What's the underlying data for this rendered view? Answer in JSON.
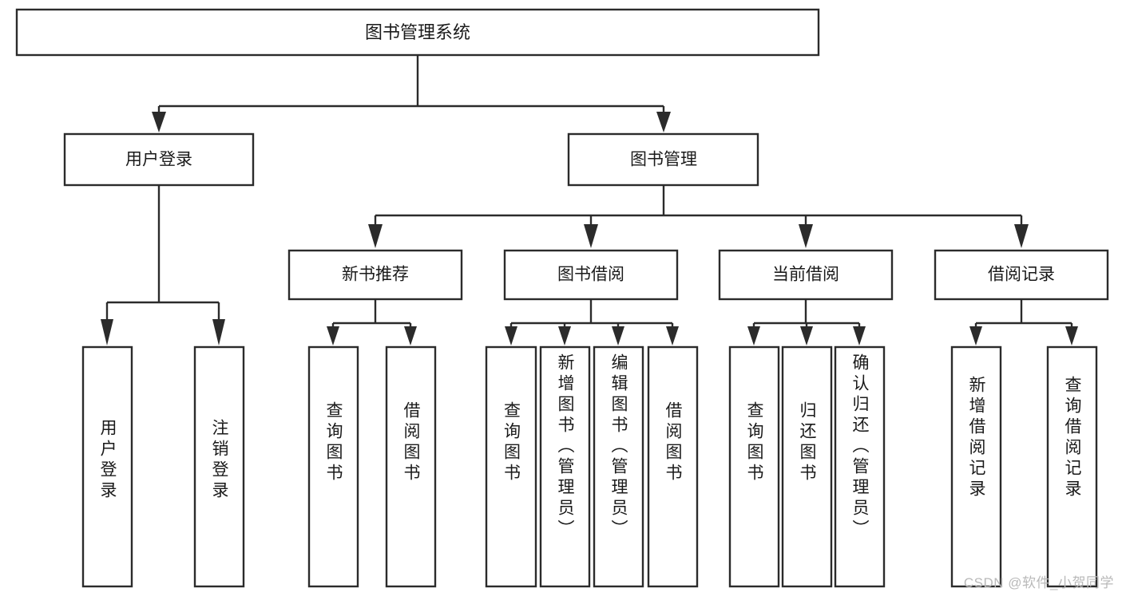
{
  "diagram": {
    "title": "图书管理系统",
    "type": "hierarchy-tree",
    "orientation": "top-down",
    "root": {
      "label": "图书管理系统"
    },
    "level2": [
      {
        "label": "用户登录"
      },
      {
        "label": "图书管理"
      }
    ],
    "level3": [
      {
        "label": "新书推荐"
      },
      {
        "label": "图书借阅"
      },
      {
        "label": "当前借阅"
      },
      {
        "label": "借阅记录"
      }
    ],
    "leaves": {
      "user_login": [
        {
          "label": "用户登录"
        },
        {
          "label": "注销登录"
        }
      ],
      "new_book_recommend": [
        {
          "label": "查询图书"
        },
        {
          "label": "借阅图书"
        }
      ],
      "book_borrow": [
        {
          "label": "查询图书"
        },
        {
          "label": "新增图书（管理员）"
        },
        {
          "label": "编辑图书（管理员）"
        },
        {
          "label": "借阅图书"
        }
      ],
      "current_borrow": [
        {
          "label": "查询图书"
        },
        {
          "label": "归还图书"
        },
        {
          "label": "确认归还（管理员）"
        }
      ],
      "borrow_record": [
        {
          "label": "新增借阅记录"
        },
        {
          "label": "查询借阅记录"
        }
      ]
    }
  },
  "colors": {
    "box_stroke": "#2b2b2b",
    "box_fill": "#ffffff",
    "text": "#1a1a1a",
    "background": "#ffffff",
    "watermark": "#b9b9b9"
  },
  "watermark": {
    "text": "CSDN @软件_小贺同学"
  }
}
